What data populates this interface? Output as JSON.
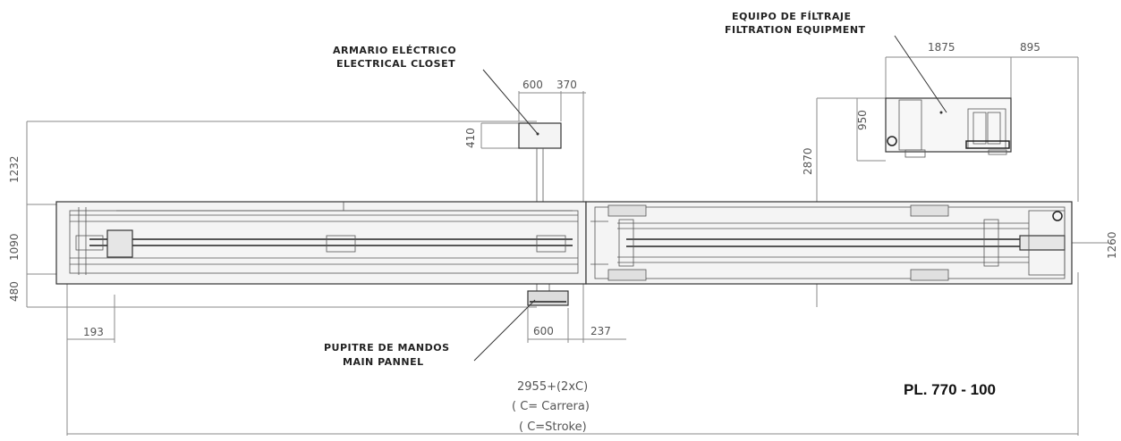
{
  "labels": {
    "filtration_es": "EQUIPO DE FÍLTRAJE",
    "filtration_en": "FILTRATION EQUIPMENT",
    "closet_es": "ARMARIO ELÉCTRICO",
    "closet_en": "ELECTRICAL CLOSET",
    "panel_es": "PUPITRE DE MANDOS",
    "panel_en": "MAIN PANNEL"
  },
  "dimensions": {
    "d1875": "1875",
    "d895": "895",
    "d950": "950",
    "d2870": "2870",
    "d600_top": "600",
    "d370": "370",
    "d410": "410",
    "d1232": "1232",
    "d1090": "1090",
    "d480": "480",
    "d193": "193",
    "d600_bottom": "600",
    "d237": "237",
    "d1260": "1260"
  },
  "overall": {
    "formula": "2955+(2xC)",
    "carrera": "( C= Carrera)",
    "stroke": "( C=Stroke)"
  },
  "plan_number": "PL. 770 - 100"
}
